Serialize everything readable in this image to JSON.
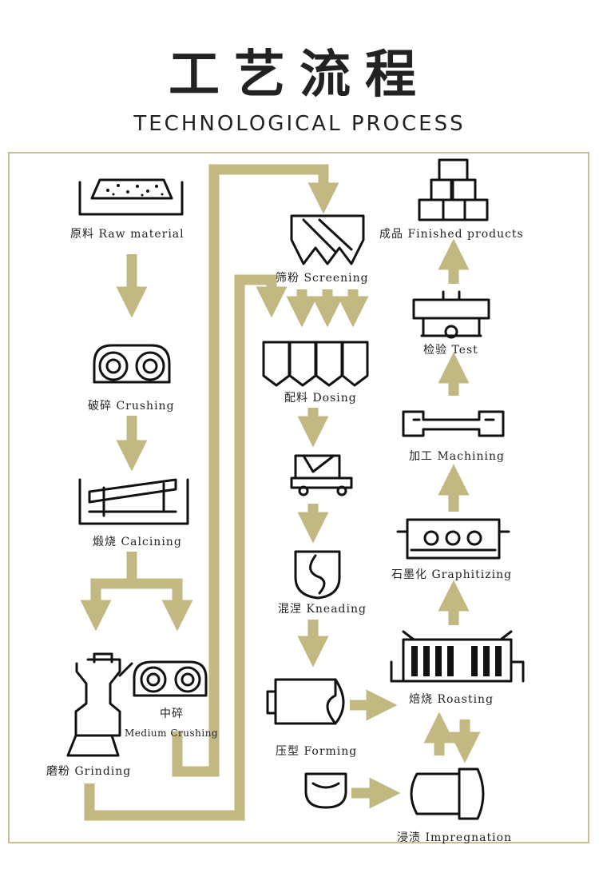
{
  "header": {
    "title_cn": "工艺流程",
    "title_en": "TECHNOLOGICAL PROCESS"
  },
  "colors": {
    "arrow": "#c2b882",
    "line": "#111111",
    "frame": "#c9bf95"
  },
  "steps": {
    "raw_material": "原料 Raw material",
    "crushing": "破碎 Crushing",
    "calcining": "煅烧 Calcining",
    "grinding": "磨粉 Grinding",
    "medium_crushing_cn": "中碎",
    "medium_crushing_en": "Medium Crushing",
    "screening": "筛粉 Screening",
    "dosing": "配料 Dosing",
    "kneading": "混涅 Kneading",
    "forming": "压型 Forming",
    "impregnation": "浸渍 Impregnation",
    "roasting": "焙烧 Roasting",
    "graphitizing": "石墨化 Graphitizing",
    "machining": "加工 Machining",
    "test": "检验 Test",
    "finished_products": "成品 Finished products"
  }
}
